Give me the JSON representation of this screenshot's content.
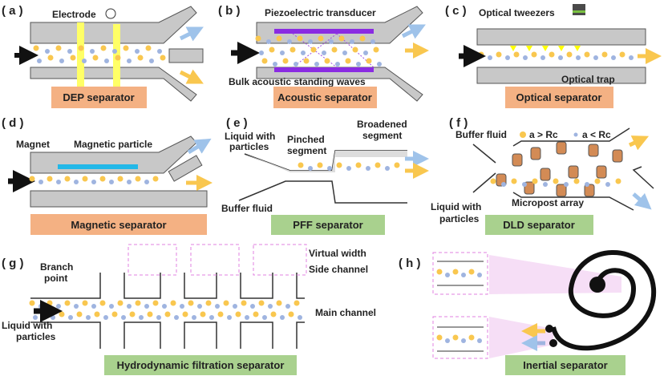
{
  "panels": {
    "a": {
      "label": "( a )",
      "texts": [
        "Electrode"
      ],
      "title": "DEP separator"
    },
    "b": {
      "label": "( b )",
      "texts": [
        "Piezoelectric transducer",
        "Bulk acoustic standing waves"
      ],
      "title": "Acoustic separator"
    },
    "c": {
      "label": "( c )",
      "texts": [
        "Optical tweezers",
        "Optical trap"
      ],
      "title": "Optical separator"
    },
    "d": {
      "label": "( d )",
      "texts": [
        "Magnet",
        "Magnetic particle"
      ],
      "title": "Magnetic separator"
    },
    "e": {
      "label": "( e )",
      "texts": [
        "Liquid with",
        "particles",
        "Pinched",
        "segment",
        "Broadened",
        "segment",
        "Buffer fluid"
      ],
      "title": "PFF separator"
    },
    "f": {
      "label": "( f )",
      "texts": [
        "Buffer fluid",
        "a > Rc",
        "a < Rc",
        "Micropost array",
        "Liquid with",
        "particles"
      ],
      "title": "DLD separator"
    },
    "g": {
      "label": "( g )",
      "texts": [
        "Branch",
        "point",
        "Virtual width",
        "Side channel",
        "Main channel",
        "Liquid with",
        "particles"
      ],
      "title": "Hydrodynamic filtration separator"
    },
    "h": {
      "label": "( h )",
      "title": "Inertial separator"
    }
  },
  "colors": {
    "large_particle": "#f9c74f",
    "small_particle": "#9fb4e0",
    "wall": "#c8c8c8",
    "electrode": "#ffff66",
    "transducer": "#8a2be2",
    "magnet": "#22b8e8",
    "micropost": "#d38b55",
    "salmon_box": "#f4b183",
    "green_box": "#a9d18e"
  }
}
